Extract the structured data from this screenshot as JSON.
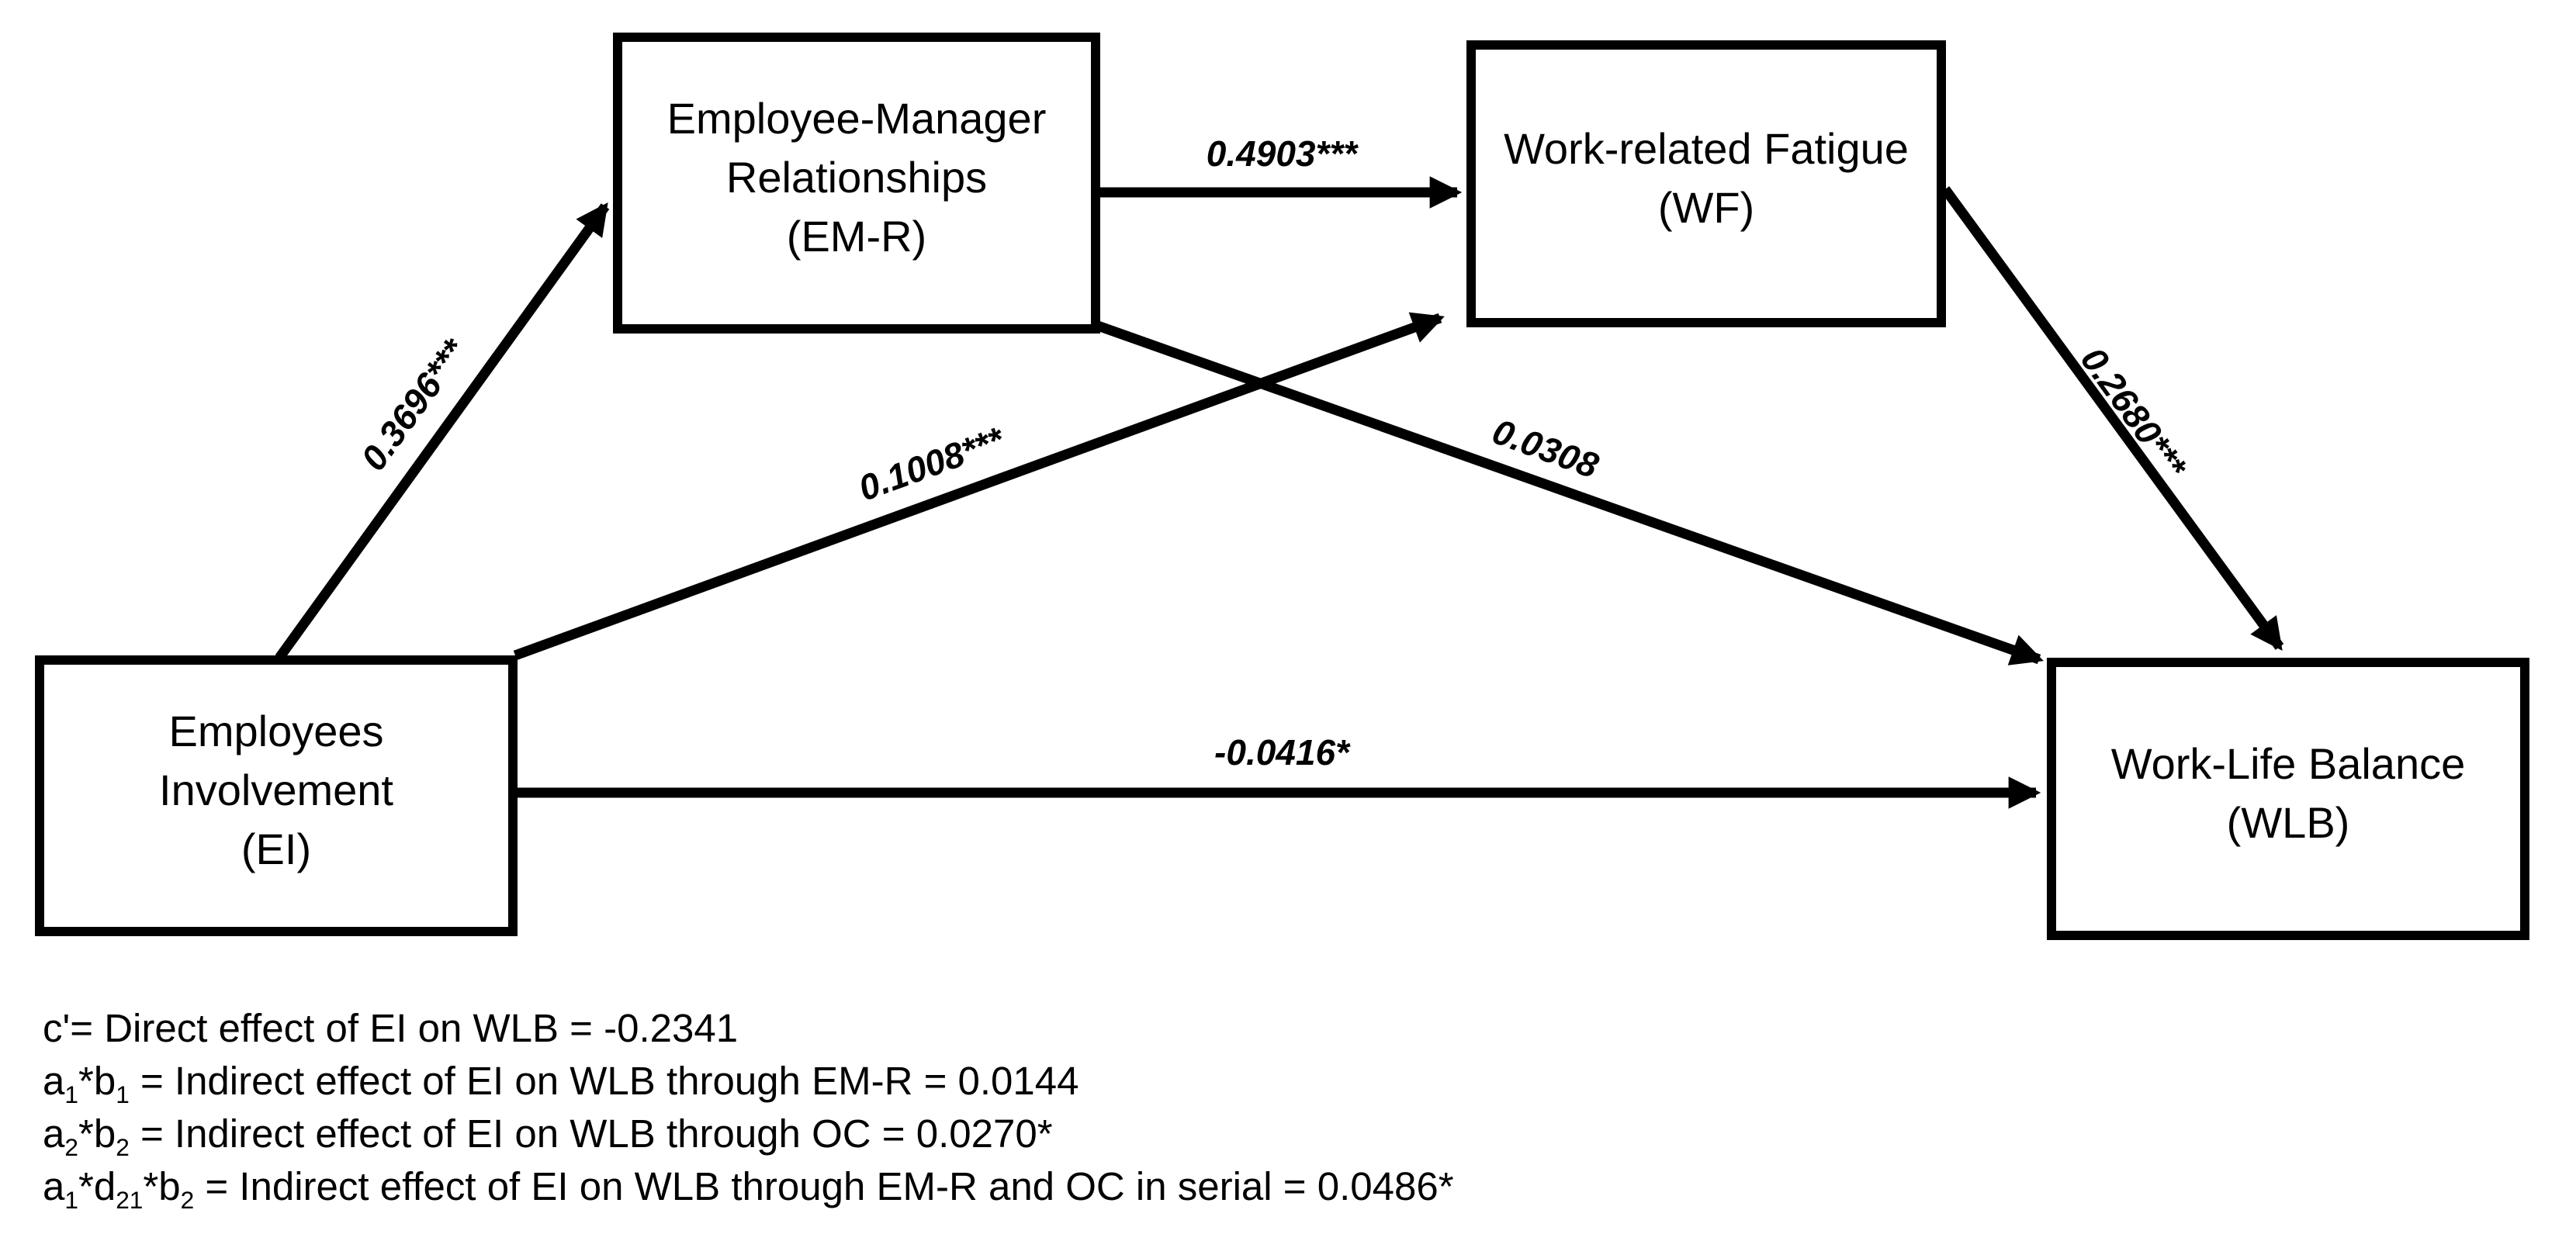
{
  "figure": {
    "boxes": {
      "ei": {
        "lines": [
          "Employees",
          "Involvement",
          "(EI)"
        ]
      },
      "emr": {
        "lines": [
          "Employee-Manager",
          "Relationships",
          "(EM-R)"
        ]
      },
      "wf": {
        "lines": [
          "Work-related Fatigue",
          "(WF)"
        ]
      },
      "wlb": {
        "lines": [
          "Work-Life Balance",
          "(WLB)"
        ]
      }
    },
    "path_labels": {
      "ei_to_emr": "0.3696***",
      "emr_to_wf": "0.4903***",
      "ei_to_wf": "0.1008***",
      "emr_to_wlb": "0.0308",
      "wf_to_wlb": "0.2680***",
      "ei_to_wlb": "-0.0416*"
    },
    "notes": [
      [
        {
          "t": "c'= Direct effect of EI on WLB = -0.2341"
        }
      ],
      [
        {
          "t": "a"
        },
        {
          "s": "1"
        },
        {
          "t": "*b"
        },
        {
          "s": "1"
        },
        {
          "t": " = Indirect effect of EI on WLB through EM-R = 0.0144"
        }
      ],
      [
        {
          "t": "a"
        },
        {
          "s": "2"
        },
        {
          "t": "*b"
        },
        {
          "s": "2"
        },
        {
          "t": " = Indirect effect of EI on WLB through OC = 0.0270*"
        }
      ],
      [
        {
          "t": "a"
        },
        {
          "s": "1"
        },
        {
          "t": "*d"
        },
        {
          "s": "21"
        },
        {
          "t": "*b"
        },
        {
          "s": "2"
        },
        {
          "t": " = Indirect effect of EI on WLB through EM-R and OC in serial = 0.0486*"
        }
      ]
    ],
    "colors": {
      "ink": "#000000",
      "background": "#ffffff"
    }
  }
}
